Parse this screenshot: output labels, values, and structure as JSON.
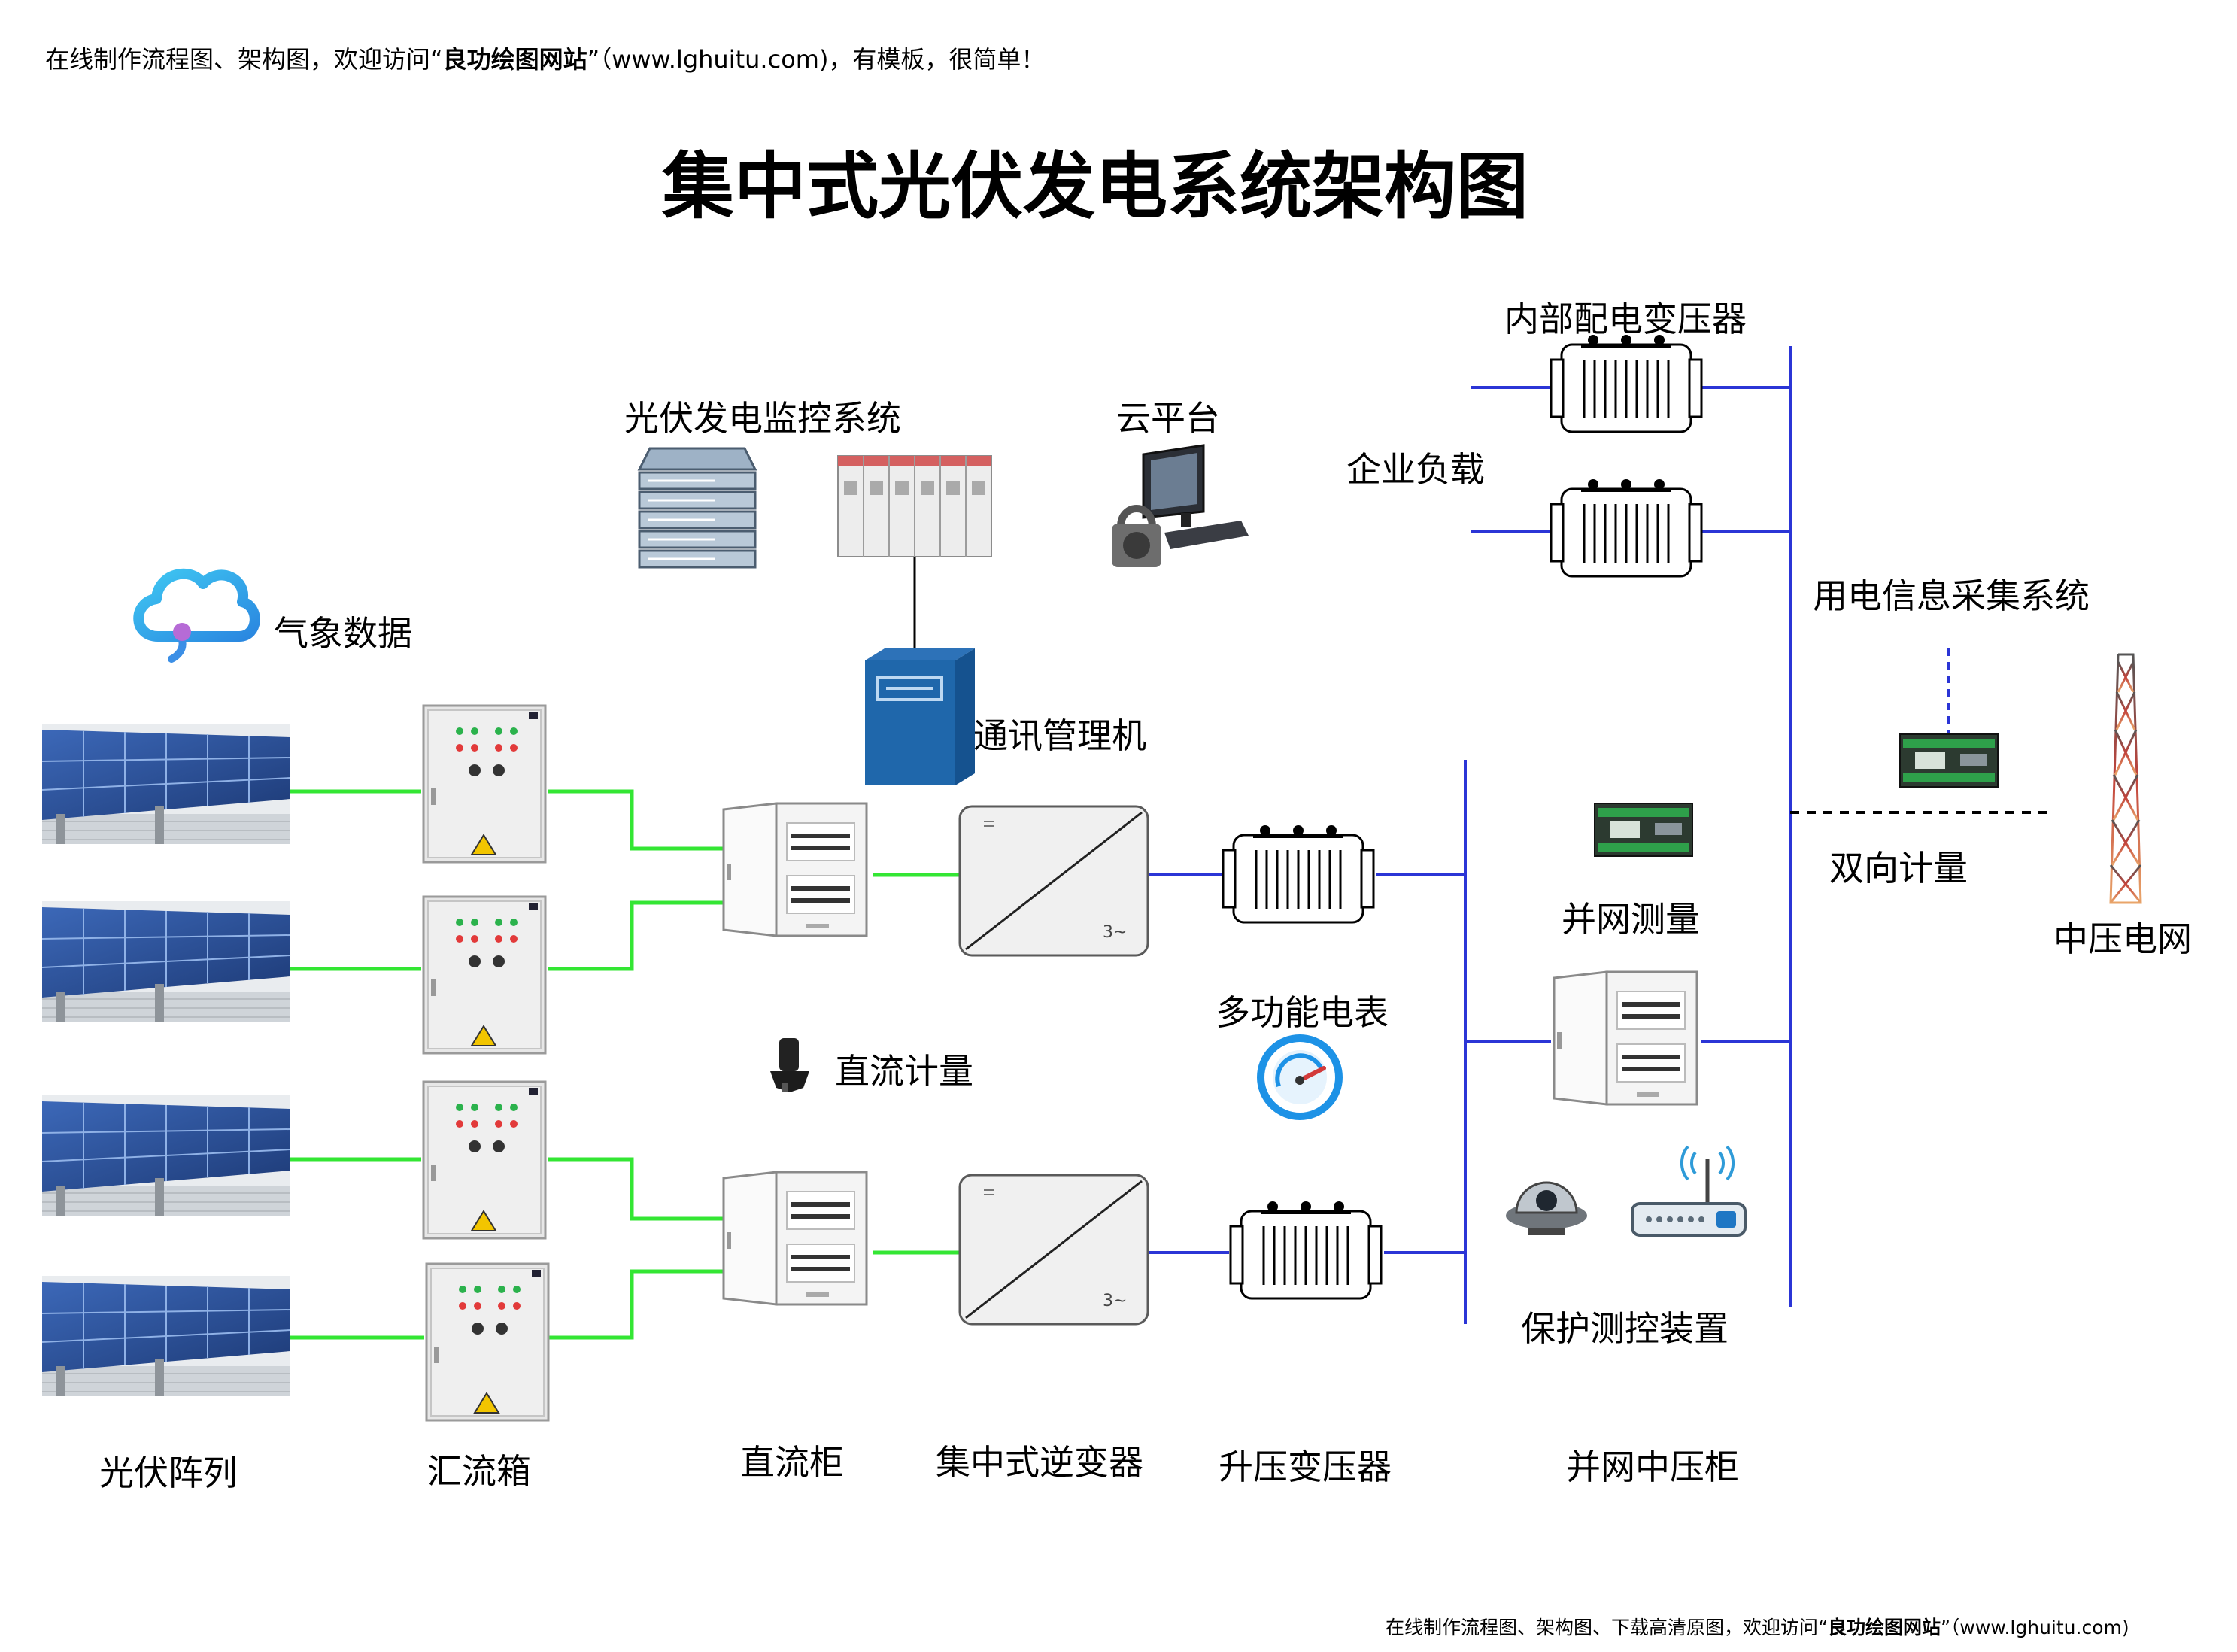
{
  "header_note": {
    "prefix": "在线制作流程图、架构图，欢迎访问“",
    "brand": "良功绘图网站",
    "suffix": "”（www.lghuitu.com)，有模板，很简单！"
  },
  "title": "集中式光伏发电系统架构图",
  "labels": {
    "pv_array": "光伏阵列",
    "combiner_box": "汇流箱",
    "dc_cabinet": "直流柜",
    "central_inverter": "集中式逆变器",
    "step_up_transformer": "升压变压器",
    "grid_mv_cabinet": "并网中压柜",
    "weather_data": "气象数据",
    "pv_monitoring_system": "光伏发电监控系统",
    "cloud_platform": "云平台",
    "comm_manager": "通讯管理机",
    "internal_transformer": "内部配电变压器",
    "enterprise_load": "企业负载",
    "power_info_system": "用电信息采集系统",
    "bidirectional_metering": "双向计量",
    "mv_grid": "中压电网",
    "grid_measurement": "并网测量",
    "multifunction_meter": "多功能电表",
    "dc_metering": "直流计量",
    "protection_device": "保护测控装置"
  },
  "footer_note": {
    "prefix": "在线制作流程图、架构图、下载高清原图，欢迎访问“",
    "brand": "良功绘图网站",
    "suffix": "”（www.lghuitu.com)"
  },
  "inverter_mark": "3~",
  "colors": {
    "dc_line": "#33e633",
    "ac_line": "#2b35d6",
    "panel": "#2a4f95",
    "tower": "#c2443c"
  }
}
